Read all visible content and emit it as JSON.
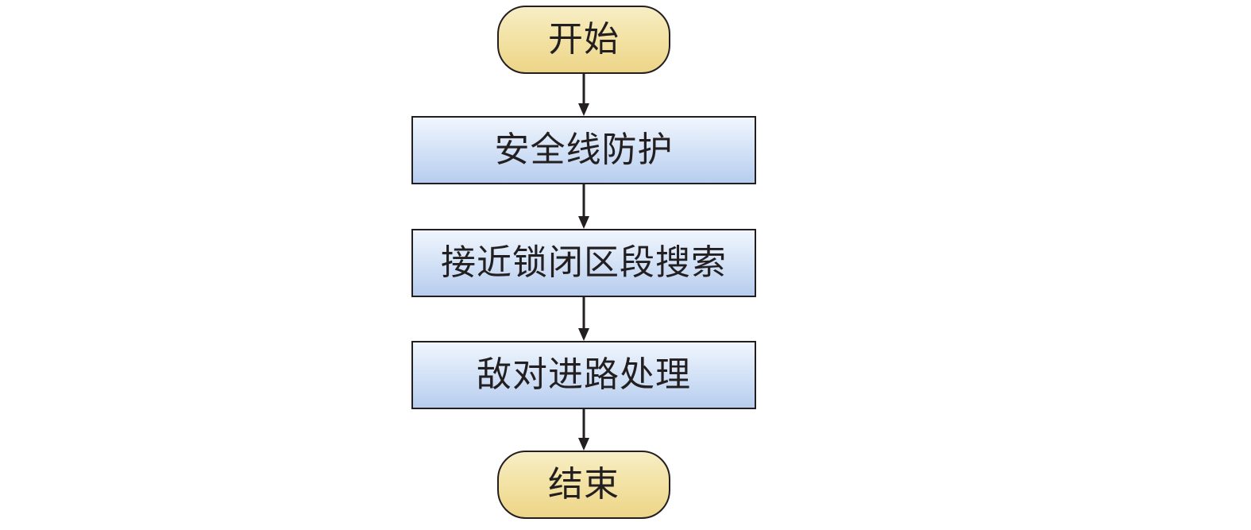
{
  "flowchart": {
    "start": {
      "label": "开始"
    },
    "steps": [
      {
        "label": "安全线防护"
      },
      {
        "label": "接近锁闭区段搜索"
      },
      {
        "label": "敌对进路处理"
      }
    ],
    "end": {
      "label": "结束"
    },
    "colors": {
      "terminal_fill": "#f3e3a6",
      "process_fill": "#d9e6f8",
      "stroke": "#231f20"
    }
  }
}
